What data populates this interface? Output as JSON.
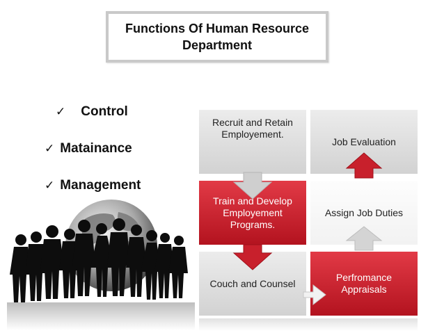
{
  "title": "Functions Of Human Resource\nDepartment",
  "checklist": {
    "mark": "✓",
    "items": [
      "Control",
      "Matainance",
      "Management"
    ]
  },
  "grid": {
    "recruit": "Recruit and Retain\nEmployement.",
    "job_evaluation": "Job Evaluation",
    "train": "Train and Develop\nEmployement\nPrograms.",
    "assign": "Assign Job Duties",
    "couch": "Couch and Counsel",
    "appraisals": "Perfromance\nAppraisals"
  },
  "colors": {
    "red": "#c8202c",
    "grey": "#d9d9d9",
    "white": "#f7f7f7",
    "arrow_grey": "#cfcfcf"
  }
}
